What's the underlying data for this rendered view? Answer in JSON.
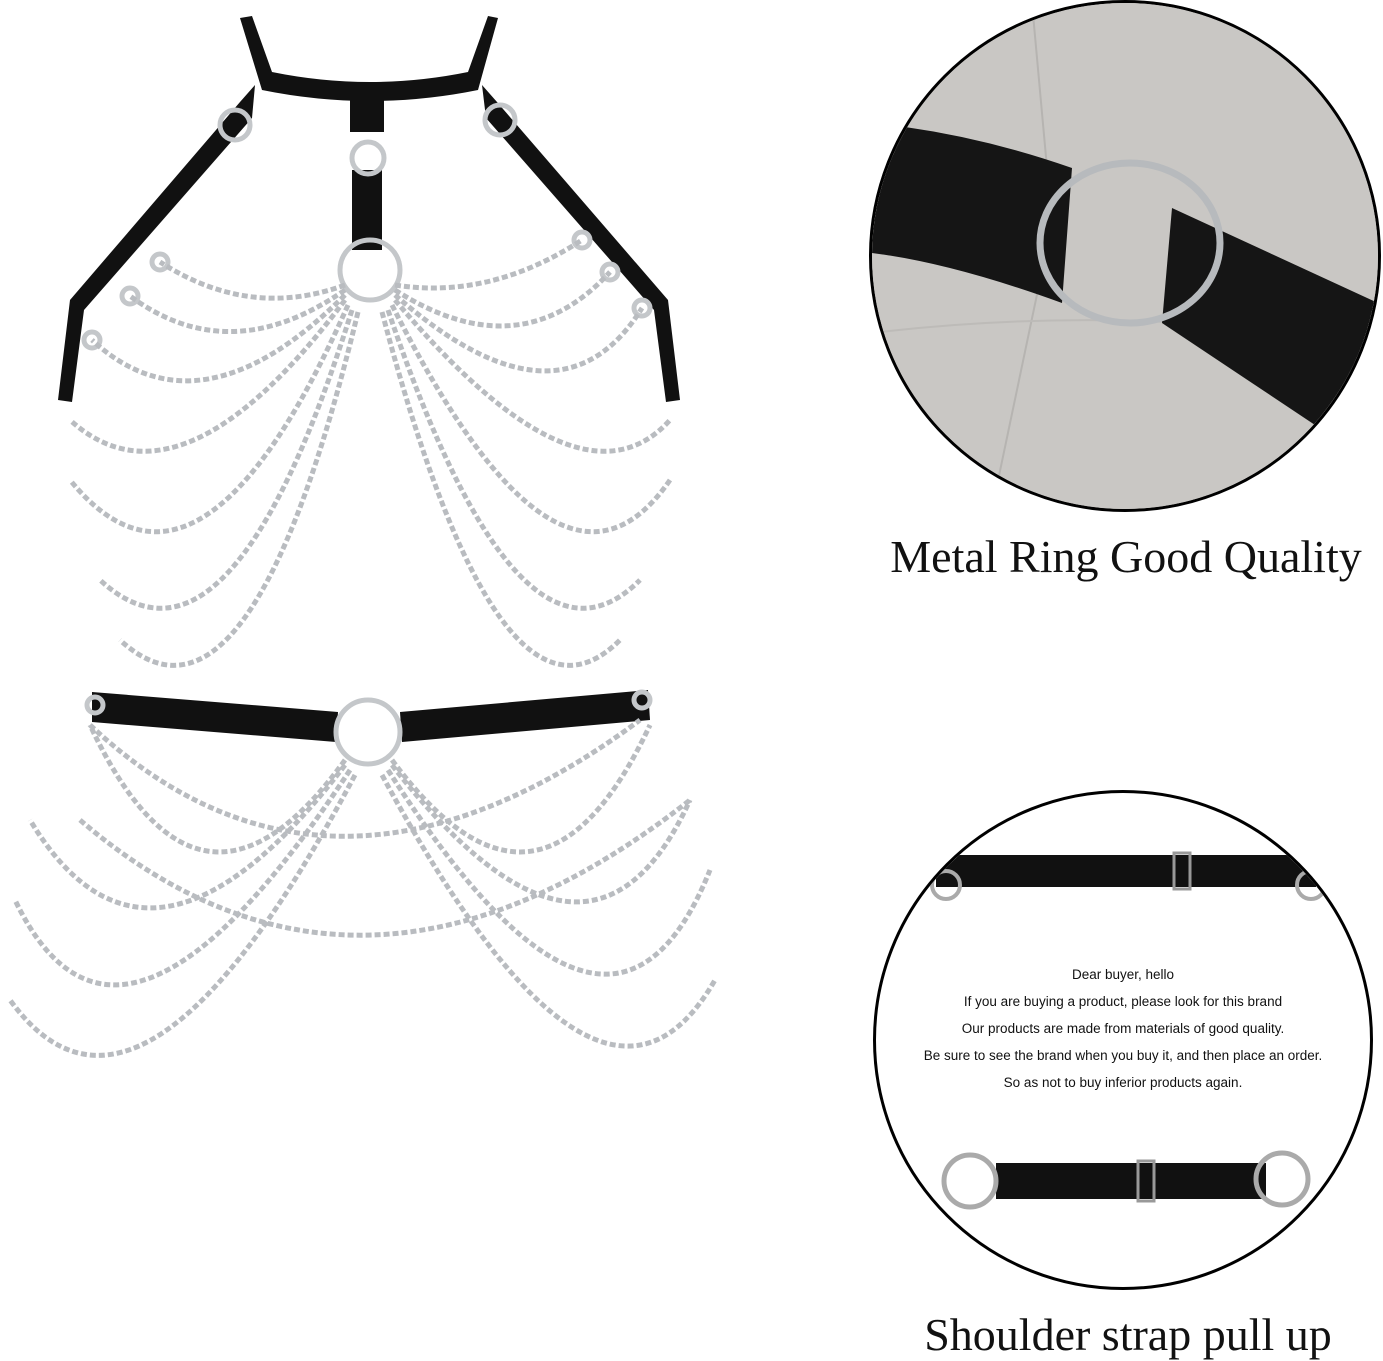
{
  "captions": {
    "ring_quality": "Metal Ring Good Quality",
    "strap_adjust": "Shoulder strap pull up"
  },
  "notice": {
    "line1": "Dear buyer, hello",
    "line2": "If you are buying a product, please look for this brand",
    "line3": "Our products are made from materials of good quality.",
    "line4": "Be sure to see the brand when you buy it, and then place an order.",
    "line5": "So as not to buy inferior products again."
  },
  "colors": {
    "strap": "#111111",
    "chain": "#b9bcc0",
    "ring": "#c4c7ca",
    "fabric_bg": "#c9c7c4"
  }
}
